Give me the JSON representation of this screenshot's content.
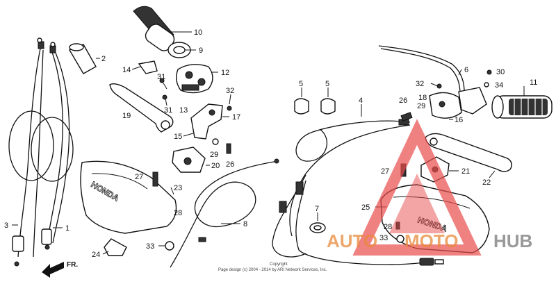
{
  "callouts": [
    {
      "id": "c10",
      "text": "10"
    },
    {
      "id": "c9",
      "text": "9"
    },
    {
      "id": "c2",
      "text": "2"
    },
    {
      "id": "c14",
      "text": "14"
    },
    {
      "id": "c31a",
      "text": "31"
    },
    {
      "id": "c12",
      "text": "12"
    },
    {
      "id": "c19",
      "text": "19"
    },
    {
      "id": "c31b",
      "text": "31"
    },
    {
      "id": "c13",
      "text": "13"
    },
    {
      "id": "c32a",
      "text": "32"
    },
    {
      "id": "c17",
      "text": "17"
    },
    {
      "id": "c15",
      "text": "15"
    },
    {
      "id": "c29a",
      "text": "29"
    },
    {
      "id": "c20",
      "text": "20"
    },
    {
      "id": "c26a",
      "text": "26"
    },
    {
      "id": "c27a",
      "text": "27"
    },
    {
      "id": "c23",
      "text": "23"
    },
    {
      "id": "c28a",
      "text": "28"
    },
    {
      "id": "c33a",
      "text": "33"
    },
    {
      "id": "c24",
      "text": "24"
    },
    {
      "id": "c3",
      "text": "3"
    },
    {
      "id": "c1",
      "text": "1"
    },
    {
      "id": "c8",
      "text": "8"
    },
    {
      "id": "c5a",
      "text": "5"
    },
    {
      "id": "c5b",
      "text": "5"
    },
    {
      "id": "c4",
      "text": "4"
    },
    {
      "id": "c7",
      "text": "7"
    },
    {
      "id": "c6",
      "text": "6"
    },
    {
      "id": "c30",
      "text": "30"
    },
    {
      "id": "c32b",
      "text": "32"
    },
    {
      "id": "c34",
      "text": "34"
    },
    {
      "id": "c11",
      "text": "11"
    },
    {
      "id": "c18",
      "text": "18"
    },
    {
      "id": "c26b",
      "text": "26"
    },
    {
      "id": "c29b",
      "text": "29"
    },
    {
      "id": "c16",
      "text": "16"
    },
    {
      "id": "c27b",
      "text": "27"
    },
    {
      "id": "c21",
      "text": "21"
    },
    {
      "id": "c22",
      "text": "22"
    },
    {
      "id": "c25",
      "text": "25"
    },
    {
      "id": "c28b",
      "text": "28"
    },
    {
      "id": "c33b",
      "text": "33"
    }
  ],
  "direction_label": "FR.",
  "guard_left_text": "HONDA",
  "guard_right_text": "HONDA",
  "copyright_line1": "Copyright",
  "copyright_line2": "Page design (c) 2004 - 2014 by ARI Network Services, Inc.",
  "watermark": {
    "part1": "AUTO",
    "part2": "MOTO",
    "part3": "HUB",
    "accent": "#e84c4c",
    "grey": "#8a8a8a"
  }
}
